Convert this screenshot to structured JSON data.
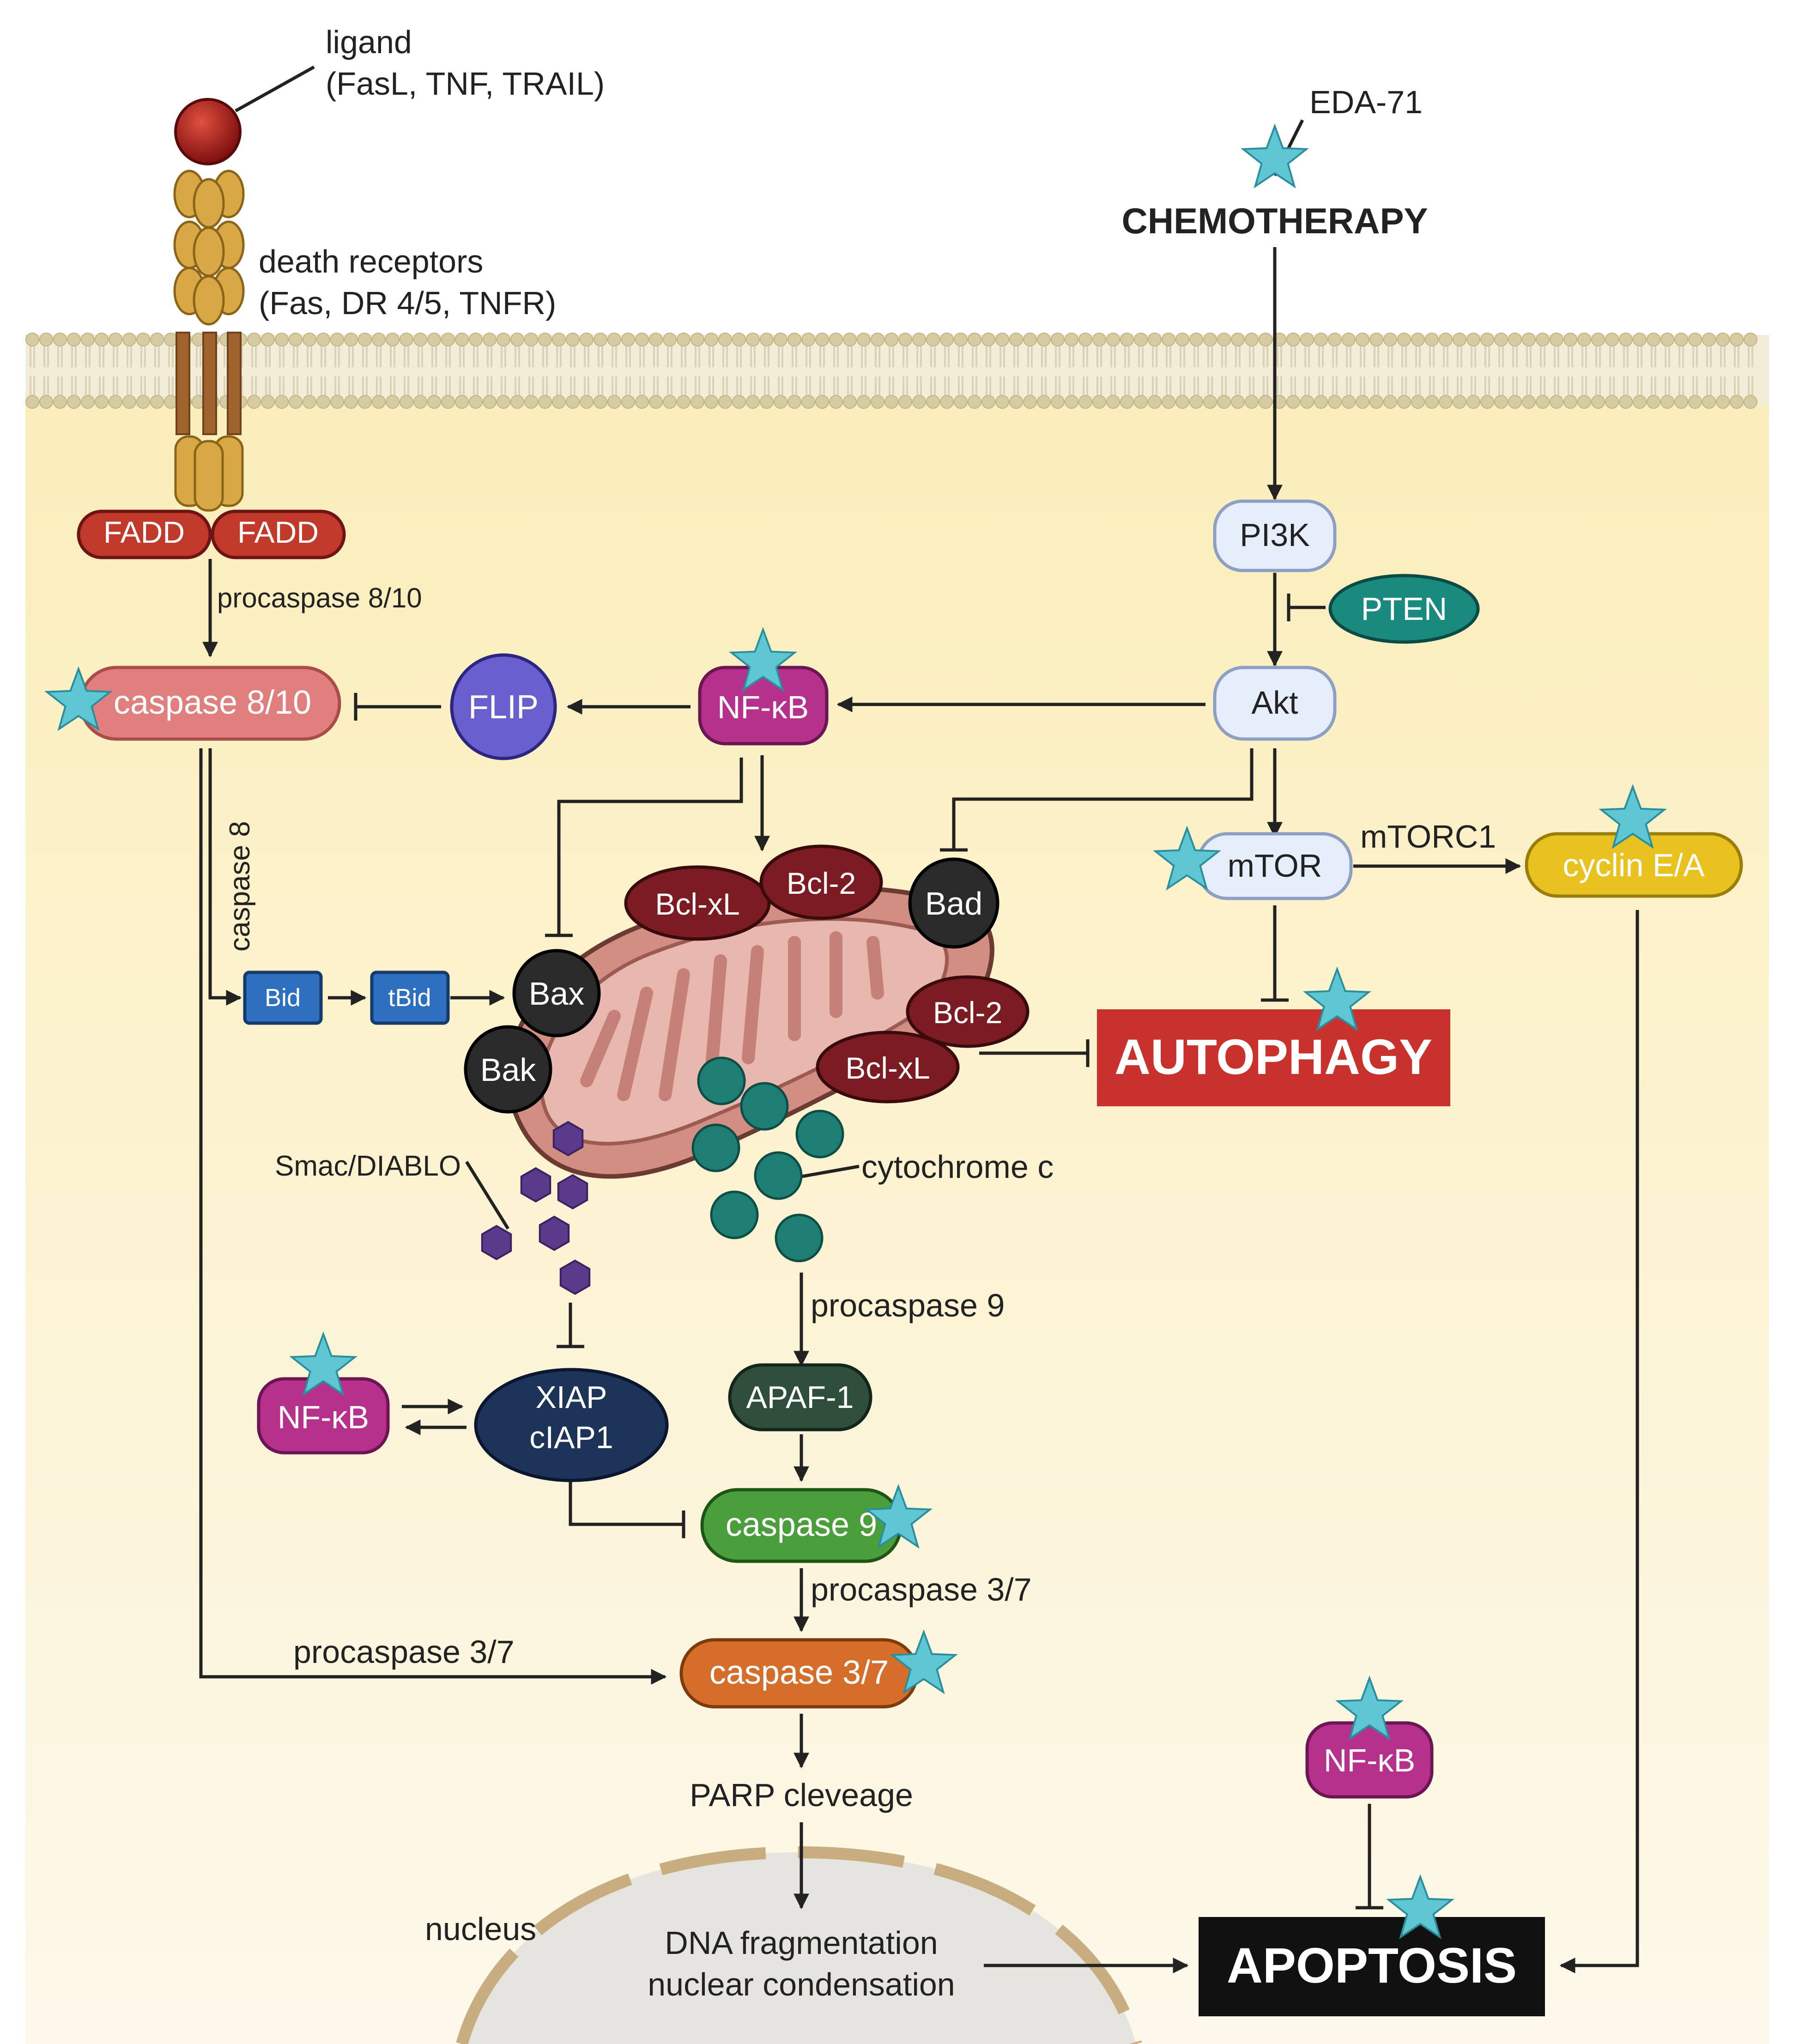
{
  "ligand": {
    "line1": "ligand",
    "line2": "(FasL, TNF, TRAIL)"
  },
  "death_receptors": {
    "line1": "death receptors",
    "line2": "(Fas, DR 4/5, TNFR)"
  },
  "drug": "EDA-71",
  "chemotherapy": "CHEMOTHERAPY",
  "fadd": "FADD",
  "procaspase_8_10": "procaspase 8/10",
  "caspase_8_10": "caspase 8/10",
  "caspase_8": "caspase 8",
  "flip": "FLIP",
  "nfkb": "NF-κB",
  "pi3k": "PI3K",
  "pten": "PTEN",
  "akt": "Akt",
  "mtor": "mTOR",
  "mtorc1": "mTORC1",
  "cyclin": "cyclin E/A",
  "bid": "Bid",
  "tbid": "tBid",
  "bax": "Bax",
  "bak": "Bak",
  "bclxl": "Bcl-xL",
  "bcl2": "Bcl-2",
  "bad": "Bad",
  "autophagy": "AUTOPHAGY",
  "smac": "Smac/DIABLO",
  "cytochrome_c": "cytochrome c",
  "procaspase_9": "procaspase 9",
  "apaf1": "APAF-1",
  "xiap": {
    "line1": "XIAP",
    "line2": "cIAP1"
  },
  "caspase_9": "caspase 9",
  "procaspase_3_7": "procaspase 3/7",
  "caspase_3_7": "caspase 3/7",
  "parp": "PARP cleveage",
  "nucleus": "nucleus",
  "dna": {
    "line1": "DNA fragmentation",
    "line2": "nuclear condensation"
  },
  "apoptosis": "APOPTOSIS",
  "colors": {
    "cytoplasm": "#fcf2cf",
    "fadd": "#c0392b",
    "caspase810": "#e07f7d",
    "flip": "#6a5fcf",
    "nfkb": "#b5318b",
    "pten": "#1a8a7f",
    "pi3k_akt_mtor": "#e6eefb",
    "cyclin": "#e8c21f",
    "bid": "#2f6fbf",
    "bcl": "#7a1c22",
    "dark_protein": "#2a2a2a",
    "mitochondrion": "#d38e83",
    "autophagy": "#c9312d",
    "smac": "#5b3a8c",
    "cytochrome": "#1f7e74",
    "apaf1": "#2f4f3c",
    "xiap": "#1d3357",
    "caspase9": "#4a9e3c",
    "caspase37": "#d56e2a",
    "apoptosis": "#111111",
    "star": "#5fc6d4"
  }
}
